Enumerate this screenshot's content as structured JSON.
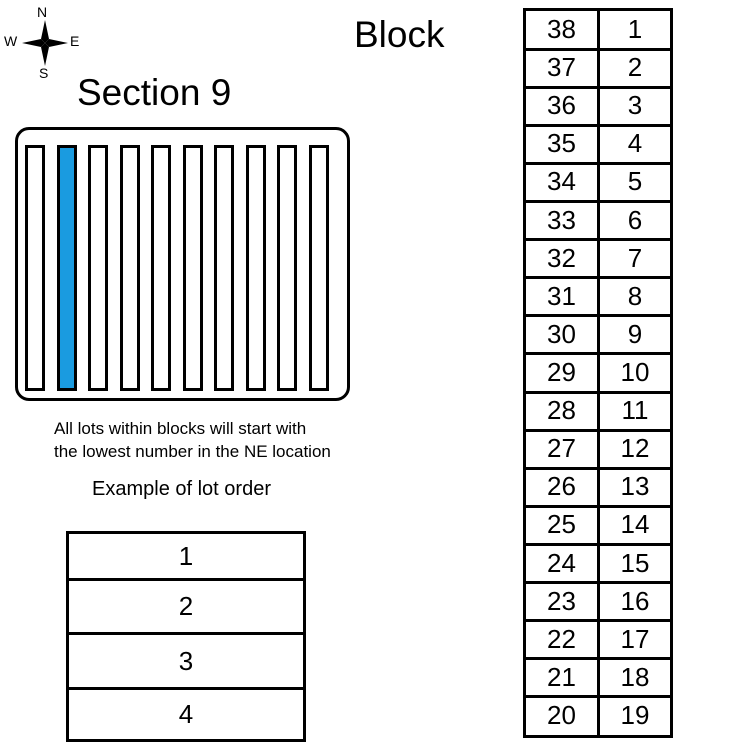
{
  "compass": {
    "north": "N",
    "south": "S",
    "east": "E",
    "west": "W"
  },
  "block_title": "Block",
  "section_title": "Section 9",
  "section_map": {
    "lot_count": 10,
    "highlighted_index": 1,
    "highlight_color": "#1a9be0",
    "fill_color": "#ffffff"
  },
  "note": {
    "line1": "All lots within blocks will start with",
    "line2": "the lowest number in the NE location"
  },
  "example_label": "Example of lot order",
  "example_lots": [
    "1",
    "2",
    "3",
    "4"
  ],
  "block_rows": [
    {
      "left": "38",
      "right": "1"
    },
    {
      "left": "37",
      "right": "2"
    },
    {
      "left": "36",
      "right": "3"
    },
    {
      "left": "35",
      "right": "4"
    },
    {
      "left": "34",
      "right": "5"
    },
    {
      "left": "33",
      "right": "6"
    },
    {
      "left": "32",
      "right": "7"
    },
    {
      "left": "31",
      "right": "8"
    },
    {
      "left": "30",
      "right": "9"
    },
    {
      "left": "29",
      "right": "10"
    },
    {
      "left": "28",
      "right": "11"
    },
    {
      "left": "27",
      "right": "12"
    },
    {
      "left": "26",
      "right": "13"
    },
    {
      "left": "25",
      "right": "14"
    },
    {
      "left": "24",
      "right": "15"
    },
    {
      "left": "23",
      "right": "16"
    },
    {
      "left": "22",
      "right": "17"
    },
    {
      "left": "21",
      "right": "18"
    },
    {
      "left": "20",
      "right": "19"
    }
  ]
}
